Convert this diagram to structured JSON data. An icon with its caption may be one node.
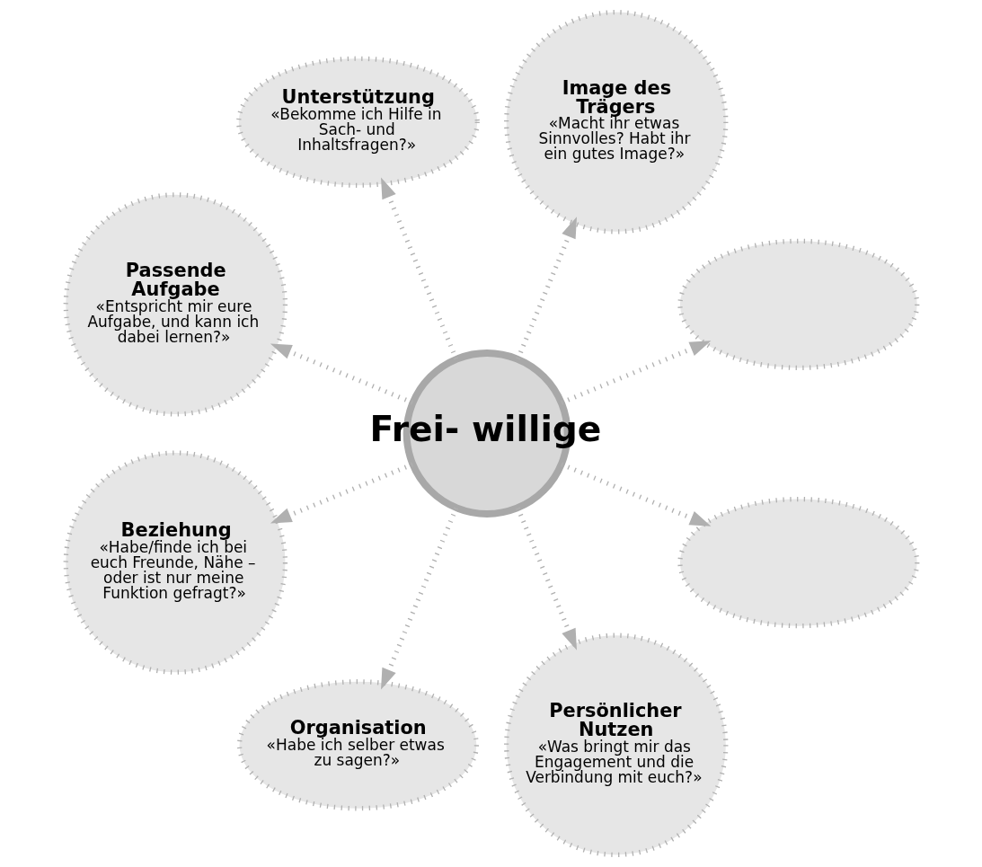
{
  "diagram": {
    "nodes": [
      {
        "text": [],
        "shape": "ellipse"
      },
      {
        "text": [
          "Image des Trägers",
          "«Macht ihr etwas Sinnvolles? Habt ihr ein gutes Image?»"
        ]
      },
      {
        "text": [
          "Unterstützung",
          "«Bekomme ich Hilfe in Sach- und Inhaltsfragen?»"
        ]
      },
      {
        "text": [
          "Passende Aufgabe",
          "«Entspricht mir eure Aufgabe, und kann ich dabei lernen?»"
        ]
      },
      {
        "text": [
          "Frei- willige"
        ]
      },
      {
        "text": [
          "Beziehung",
          "«Habe/finde ich bei euch Freunde, Nähe – oder ist nur meine Funktion gefragt?»"
        ]
      },
      {
        "text": [
          "Organisation",
          "«Habe ich selber etwas zu sagen?»"
        ]
      },
      {
        "text": [
          "Persönlicher Nutzen",
          "«Was bringt mir das Engagement und die Verbindung mit euch?»"
        ]
      },
      {
        "text": [],
        "shape": "ellipse"
      }
    ],
    "edges": [
      {
        "from": 4,
        "to": 0,
        "arrow": "to"
      },
      {
        "from": 4,
        "to": 1,
        "arrow": "to"
      },
      {
        "from": 4,
        "to": 2,
        "arrow": "to"
      },
      {
        "from": 4,
        "to": 3,
        "arrow": "to"
      },
      {
        "from": 4,
        "to": 5,
        "arrow": "to"
      },
      {
        "from": 4,
        "to": 6,
        "arrow": "to"
      },
      {
        "from": 4,
        "to": 7,
        "arrow": "to"
      },
      {
        "from": 4,
        "to": 8,
        "arrow": "to"
      }
    ]
  }
}
